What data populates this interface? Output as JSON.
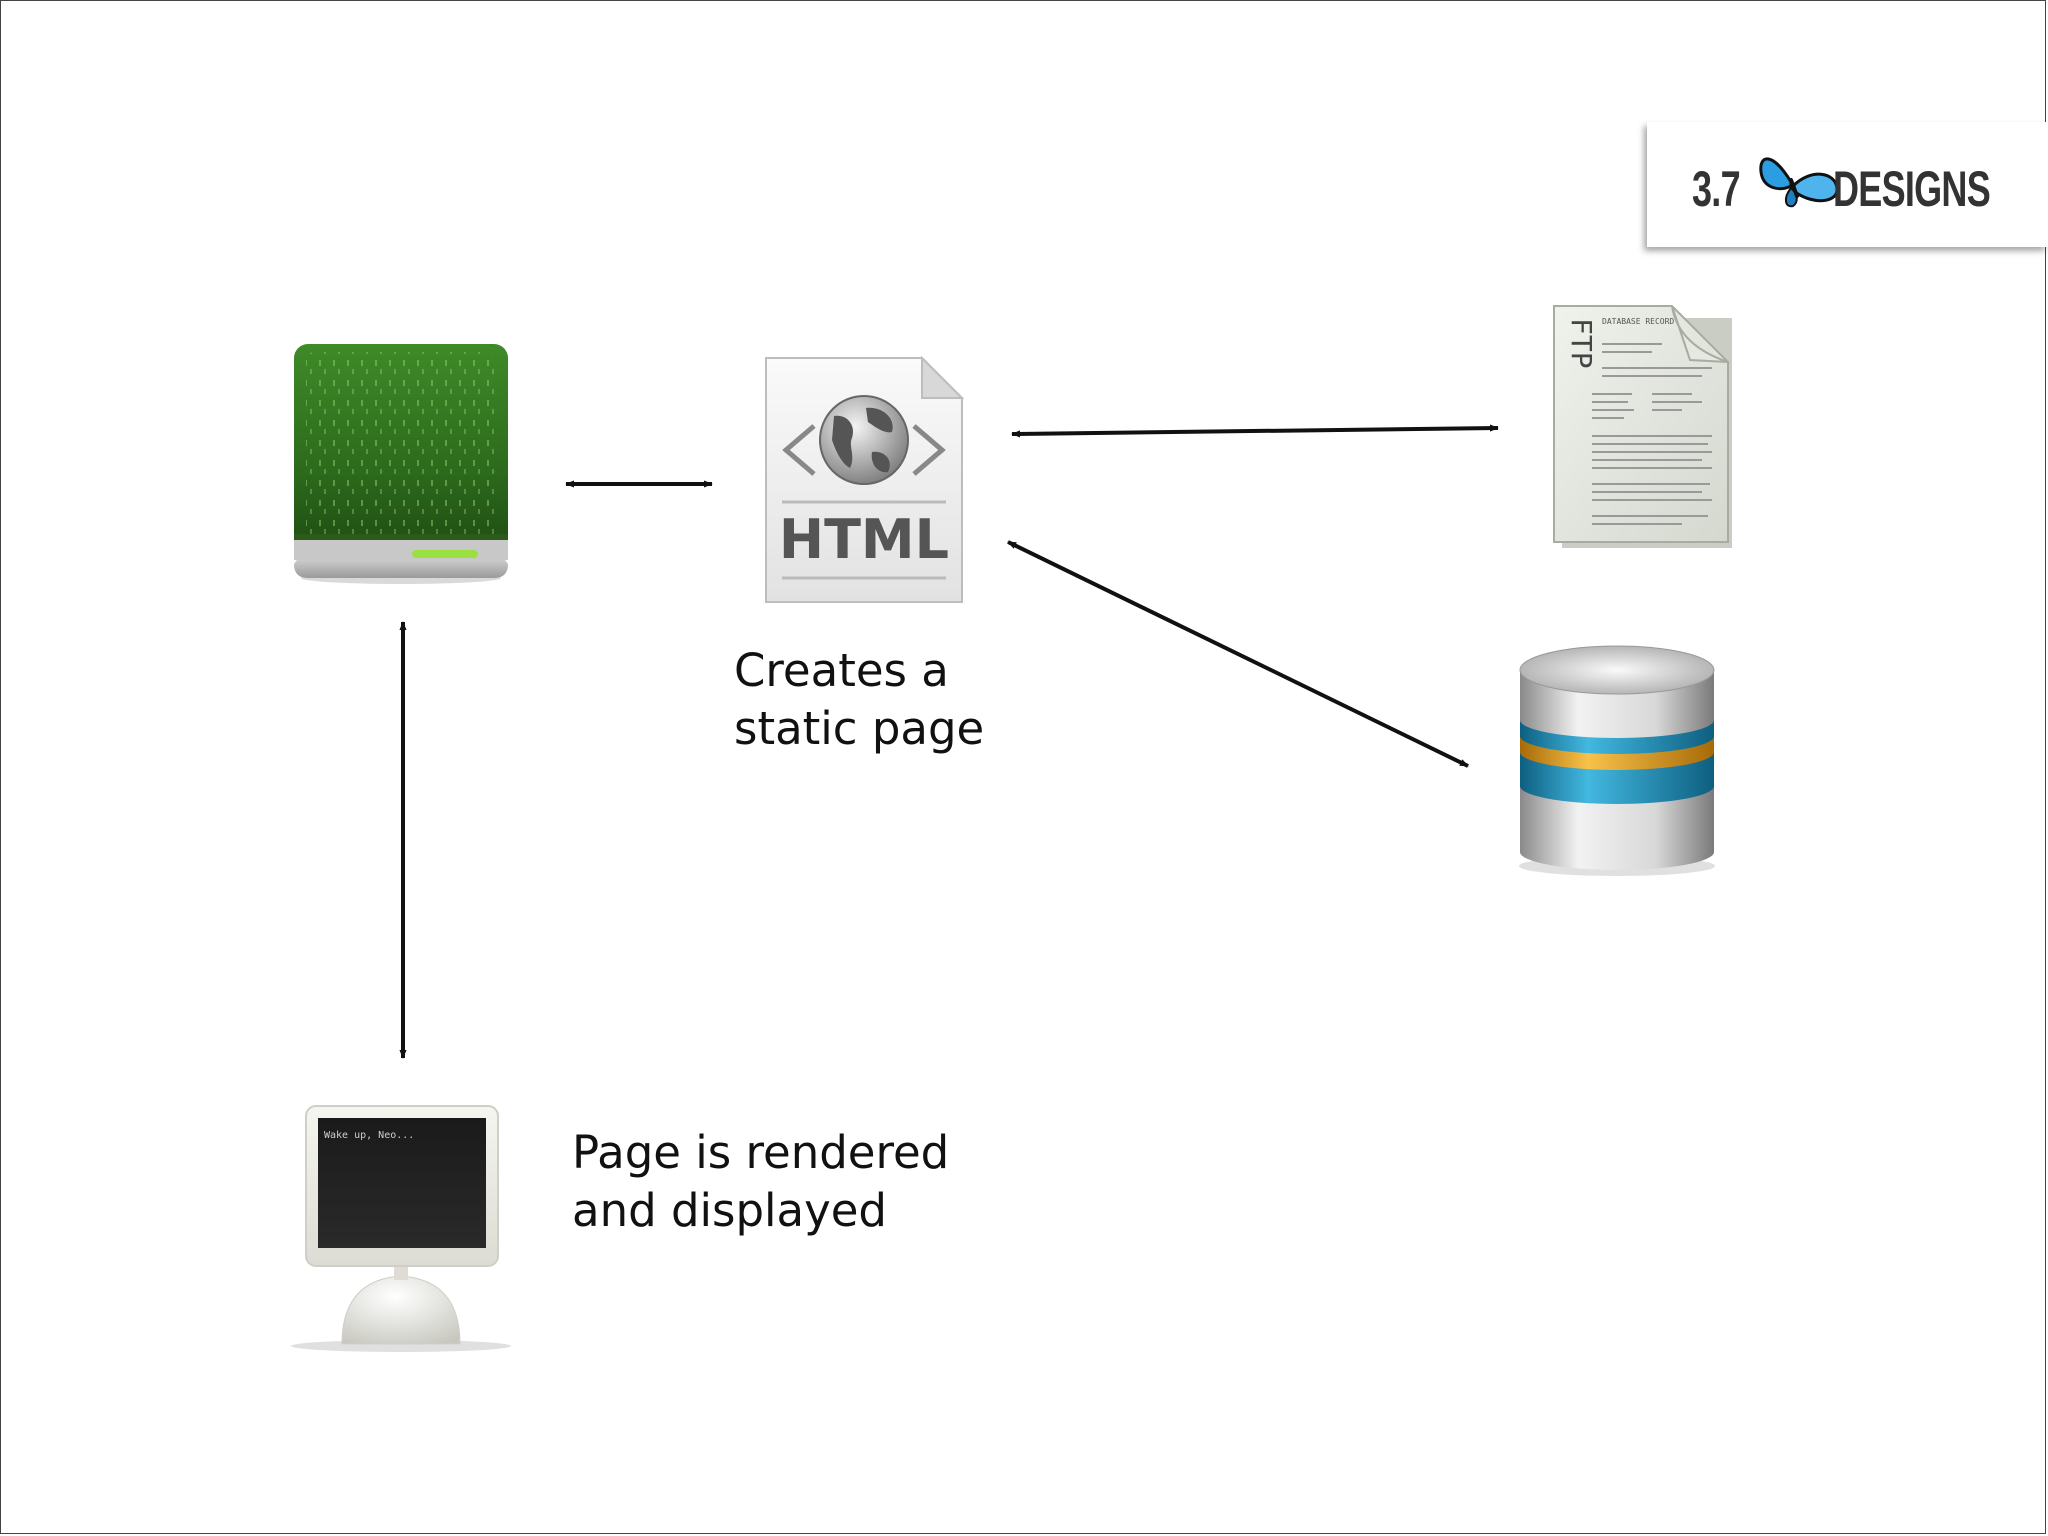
{
  "logo": {
    "number": "3.7",
    "word": "DESIGNS"
  },
  "captions": {
    "html": {
      "line1": "Creates a",
      "line2": "static page"
    },
    "monitor": {
      "line1": "Page is rendered",
      "line2": "and displayed"
    }
  },
  "icons": {
    "html_file": {
      "label": "HTML"
    },
    "ftp_file": {
      "label": "FTP",
      "heading": "DATABASE RECORD"
    },
    "monitor": {
      "screen_text": "Wake up, Neo..."
    }
  },
  "colors": {
    "server_green": "#2f6a1f",
    "server_led": "#9be040",
    "db_blue": "#1f8fb8",
    "db_gold": "#e6a21a"
  }
}
